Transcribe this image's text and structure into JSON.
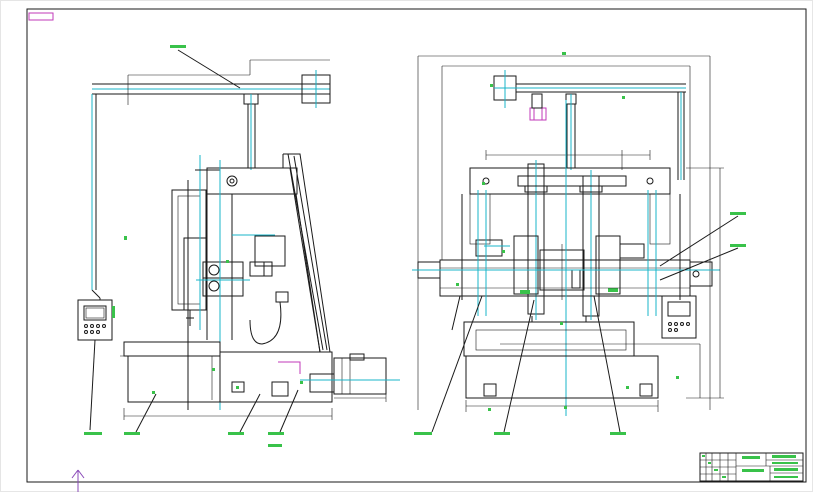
{
  "sheet": {
    "background": "#ffffff",
    "line_color": "#1a1a1a",
    "centerline_color": "#18b4c8",
    "label_color": "#39c24a",
    "highlight_color": "#c23ab8"
  },
  "views": [
    {
      "id": "side-view",
      "description_name": "side-elevation"
    },
    {
      "id": "front-view",
      "description_name": "front-elevation"
    }
  ],
  "icons": {
    "origin_marker": "arrow-up-icon"
  }
}
